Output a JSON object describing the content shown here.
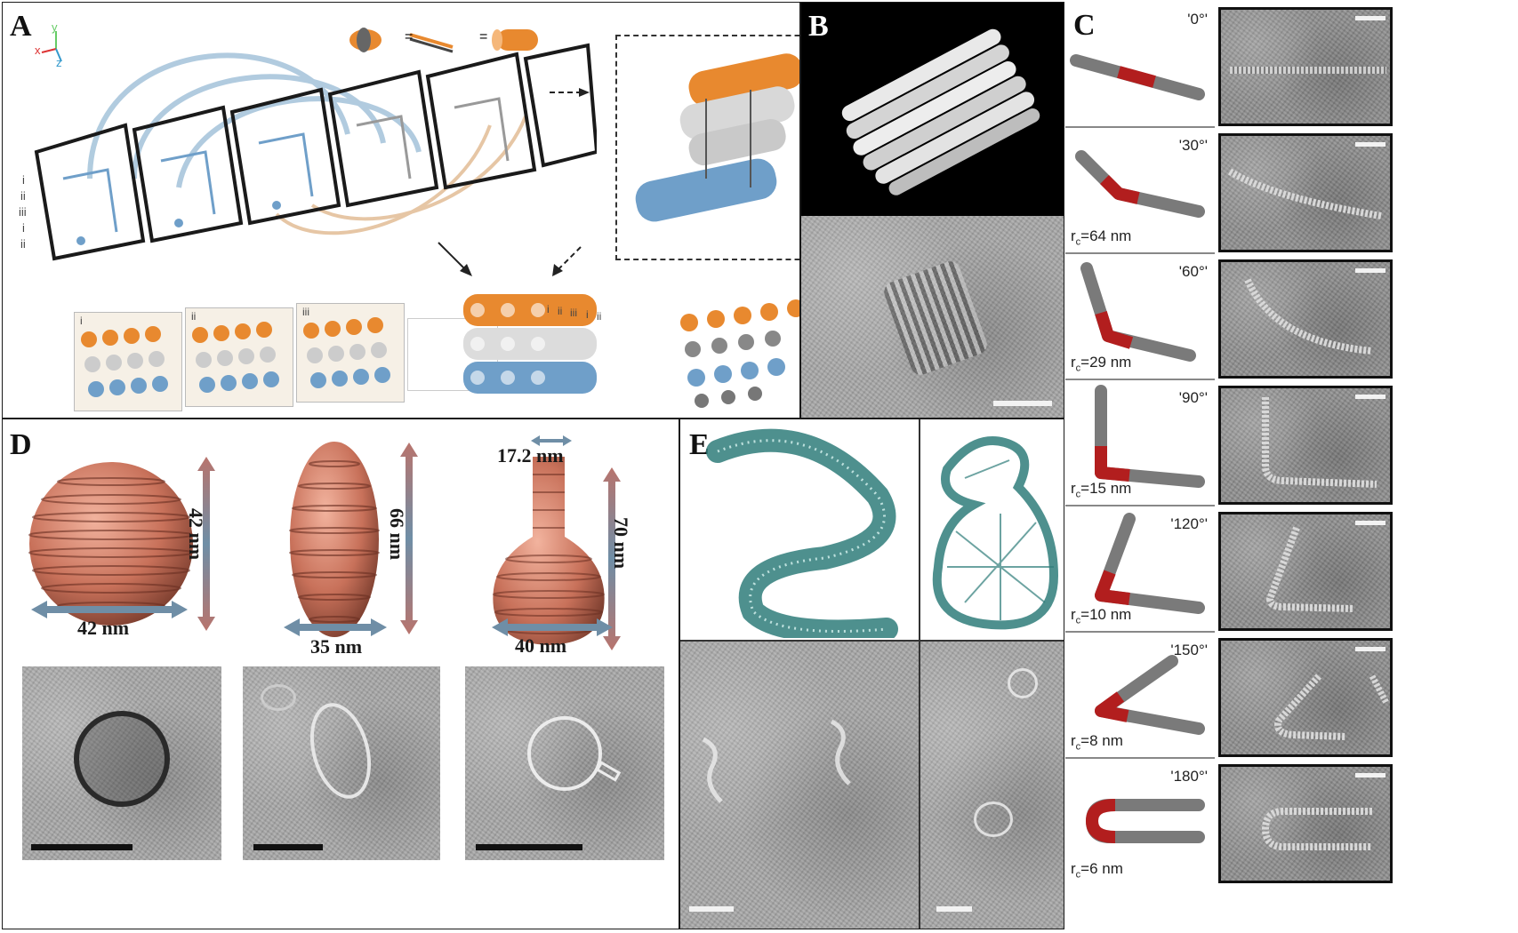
{
  "panels": {
    "A": {
      "letter": "A",
      "axes": {
        "y": "y",
        "x": "x",
        "z": "z"
      },
      "legend": [
        "=",
        "="
      ],
      "row_labels": [
        "i",
        "ii",
        "iii",
        "i",
        "ii"
      ],
      "slice_labels": [
        "i",
        "ii",
        "iii"
      ],
      "stack_labels": [
        "i",
        "ii",
        "iii",
        "i",
        "ii"
      ]
    },
    "B": {
      "letter": "B"
    },
    "C": {
      "letter": "C",
      "rows": [
        {
          "angle": "'0°'",
          "rc": ""
        },
        {
          "angle": "'30°'",
          "rc_prefix": "r",
          "rc_sub": "c",
          "rc_value": "=64 nm"
        },
        {
          "angle": "'60°'",
          "rc_prefix": "r",
          "rc_sub": "c",
          "rc_value": "=29 nm"
        },
        {
          "angle": "'90°'",
          "rc_prefix": "r",
          "rc_sub": "c",
          "rc_value": "=15 nm"
        },
        {
          "angle": "'120°'",
          "rc_prefix": "r",
          "rc_sub": "c",
          "rc_value": "=10 nm"
        },
        {
          "angle": "'150°'",
          "rc_prefix": "r",
          "rc_sub": "c",
          "rc_value": "=8 nm"
        },
        {
          "angle": "'180°'",
          "rc_prefix": "r",
          "rc_sub": "c",
          "rc_value": "=6 nm"
        }
      ]
    },
    "D": {
      "letter": "D",
      "sphere": {
        "height": "42 nm",
        "width": "42 nm"
      },
      "ellipsoid": {
        "height": "66 nm",
        "width": "35 nm"
      },
      "flask": {
        "top": "17.2 nm",
        "height": "70 nm",
        "width": "40 nm"
      }
    },
    "E": {
      "letter": "E"
    }
  },
  "colors": {
    "orange": "#e8892f",
    "blue": "#6f9fc9",
    "grey": "#c9c9c9",
    "copper": "#c8715a",
    "teal": "#2f7d7a",
    "red": "#b21e1e"
  }
}
